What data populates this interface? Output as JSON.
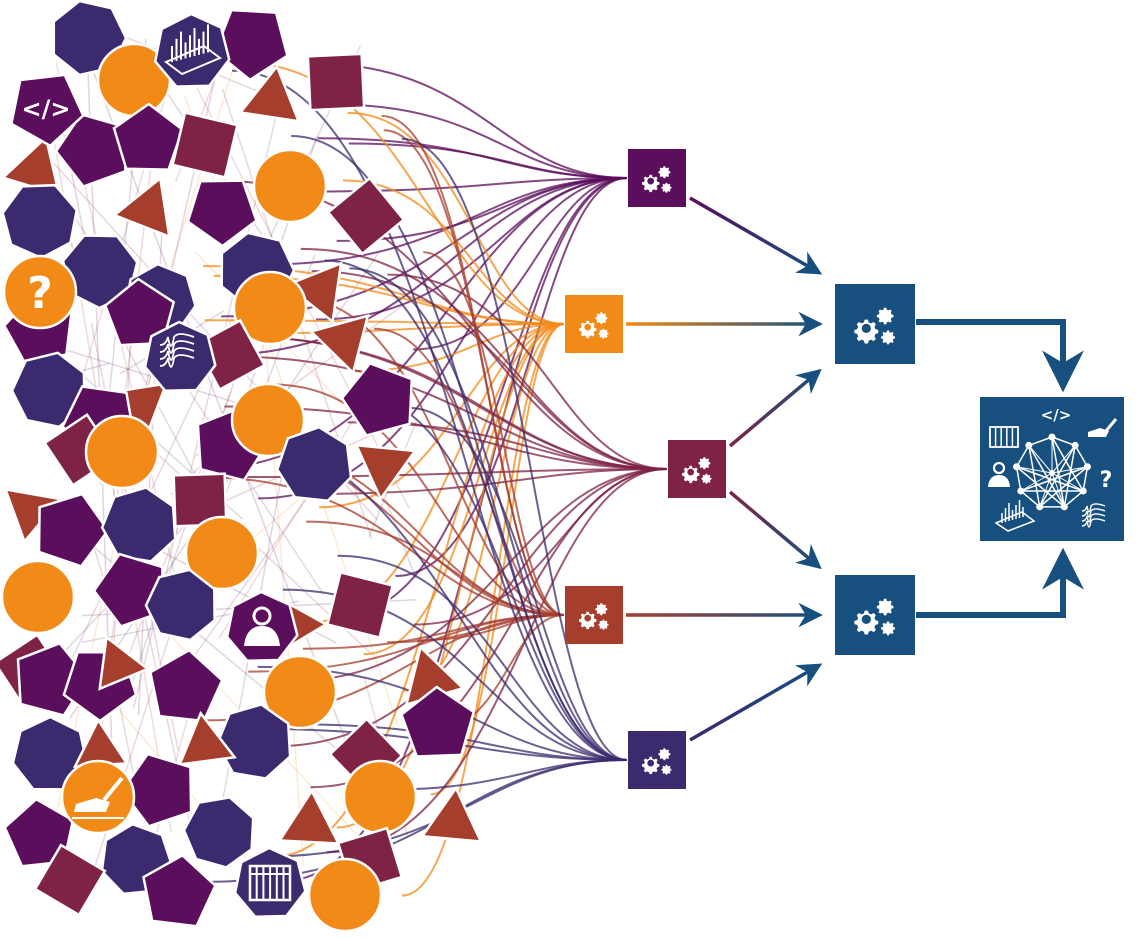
{
  "colors": {
    "orange": "#F28A17",
    "dark_purple": "#5A0E5C",
    "indigo": "#3B2A6E",
    "maroon": "#7E2346",
    "rust": "#A63E2E",
    "blue": "#17507E",
    "white": "#ffffff"
  },
  "badge_icons": {
    "code": {
      "icon": "code-icon",
      "glyph": "</>"
    },
    "question": {
      "icon": "question-icon",
      "glyph": "?"
    },
    "signal": {
      "icon": "signal-waveform-icon"
    },
    "spectrum": {
      "icon": "spectrum-plot-icon"
    },
    "person": {
      "icon": "person-icon"
    },
    "writing": {
      "icon": "writing-hand-icon"
    },
    "table": {
      "icon": "table-grid-icon"
    }
  },
  "processors": [
    {
      "id": "p1",
      "color": "dark_purple",
      "icon": "gears-icon"
    },
    {
      "id": "p2",
      "color": "orange",
      "icon": "gears-icon"
    },
    {
      "id": "p3",
      "color": "maroon",
      "icon": "gears-icon"
    },
    {
      "id": "p4",
      "color": "rust",
      "icon": "gears-icon"
    },
    {
      "id": "p5",
      "color": "indigo",
      "icon": "gears-icon"
    }
  ],
  "aggregators": [
    {
      "id": "a1",
      "color": "blue",
      "icon": "gears-icon"
    },
    {
      "id": "a2",
      "color": "blue",
      "icon": "gears-icon"
    }
  ],
  "knowledge_graph": {
    "color": "blue",
    "icons": [
      "table-grid-icon",
      "code-icon",
      "writing-hand-icon",
      "person-icon",
      "question-icon",
      "spectrum-plot-icon",
      "signal-waveform-icon",
      "network-graph-icon"
    ],
    "code_glyph": "</>",
    "question_glyph": "?"
  },
  "edges": {
    "processor_to_aggregator": [
      [
        "p1",
        "a1"
      ],
      [
        "p2",
        "a1"
      ],
      [
        "p3",
        "a1"
      ],
      [
        "p3",
        "a2"
      ],
      [
        "p4",
        "a2"
      ],
      [
        "p5",
        "a2"
      ]
    ],
    "aggregator_to_graph": [
      [
        "a1",
        "kg"
      ],
      [
        "a2",
        "kg"
      ]
    ]
  }
}
